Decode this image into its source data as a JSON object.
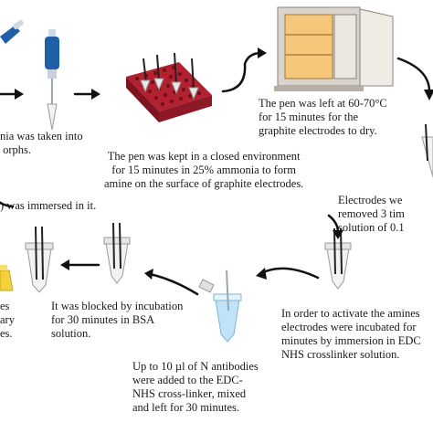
{
  "steps": {
    "ammonia_into_eppendorfs": "nia was taken into\n orphs.",
    "closed_environment": "The pen was kept in a closed environment\nfor 15 minutes in 25% ammonia to form\namine on the surface of graphite electrodes.",
    "oven_drying": "The pen was left at 60-70°C\nfor 15 minutes for the\ngraphite electrodes to dry.",
    "electrodes_removed": "Electrodes we\nremoved 3 tim\nsolution of 0.1",
    "immersed": ") was immersed in it.",
    "edc_activation": "In order to activate the amines\nelectrodes were incubated for\nminutes by immersion in EDC\nNHS crosslinker solution.",
    "antibodies_added": "Up to 10 µl of N antibodies\nwere added to the EDC-\nNHS cross-linker, mixed\nand left for 30 minutes.",
    "bsa_block": "It was blocked by incubation\nfor 30 minutes in BSA\nsolution.",
    "left_partial": "es\nary\nes."
  },
  "colors": {
    "arrow": "#111111",
    "pipette_blue": "#1f5fa8",
    "rack": "#9b1b2a",
    "oven": "#e8e4de",
    "oven_inner": "#f6c67a",
    "tube": "#f2f2f2",
    "liquid": "#bfe3f7",
    "yellow": "#f2d13b"
  }
}
